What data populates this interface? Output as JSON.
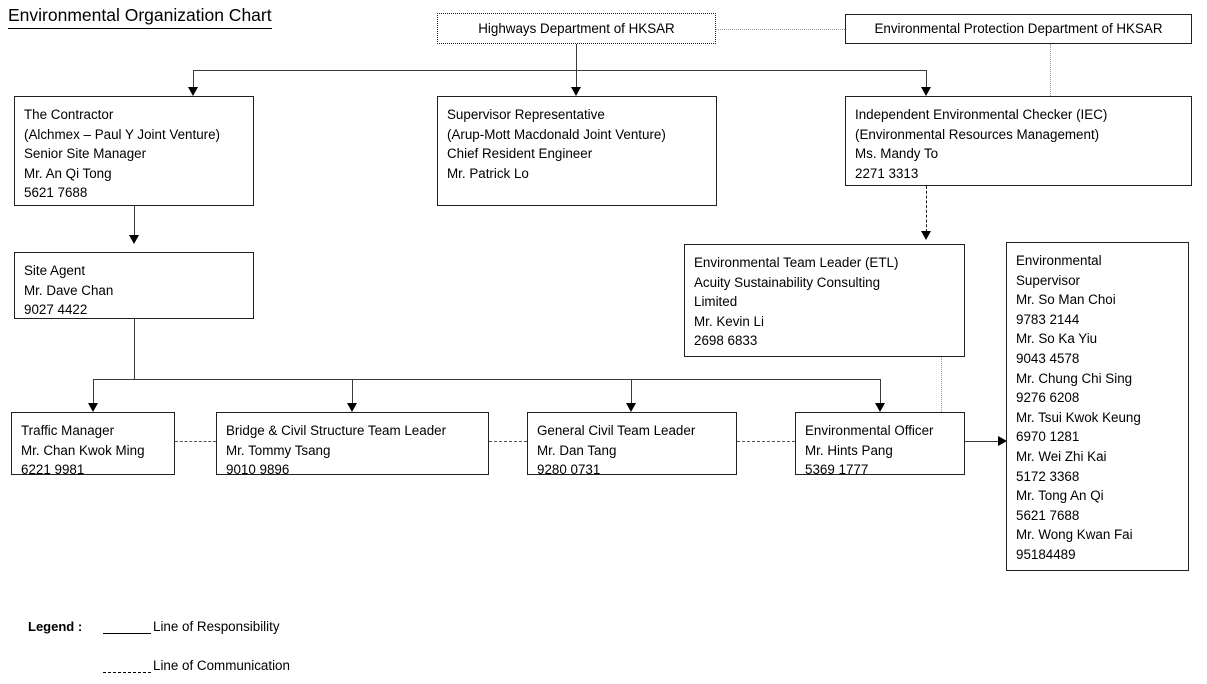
{
  "title": "Environmental Organization Chart",
  "boxes": {
    "highways": {
      "lines": [
        "Highways Department of HKSAR"
      ]
    },
    "epd": {
      "lines": [
        "Environmental Protection Department of HKSAR"
      ]
    },
    "contractor": {
      "lines": [
        "The Contractor",
        "(Alchmex – Paul Y Joint Venture)",
        "Senior Site Manager",
        "Mr. An Qi Tong",
        "5621 7688"
      ]
    },
    "supervisor_rep": {
      "lines": [
        "Supervisor Representative",
        "(Arup-Mott Macdonald Joint Venture)",
        "Chief Resident Engineer",
        "Mr. Patrick Lo"
      ]
    },
    "iec": {
      "lines": [
        "Independent Environmental Checker (IEC)",
        "(Environmental Resources Management)",
        "Ms. Mandy To",
        "2271 3313"
      ]
    },
    "site_agent": {
      "lines": [
        "Site Agent",
        "Mr. Dave Chan",
        "9027 4422"
      ]
    },
    "etl": {
      "lines": [
        "Environmental Team Leader (ETL)",
        "Acuity Sustainability Consulting",
        "Limited",
        "Mr. Kevin Li",
        "2698 6833"
      ]
    },
    "env_supervisor": {
      "lines": [
        "Environmental",
        "Supervisor",
        "Mr. So Man Choi",
        "9783 2144",
        "Mr. So Ka Yiu",
        "9043 4578",
        "Mr. Chung Chi Sing",
        "9276 6208",
        "Mr. Tsui Kwok Keung",
        "6970 1281",
        "Mr. Wei Zhi Kai",
        "5172 3368",
        "Mr. Tong An Qi",
        "5621 7688",
        "Mr. Wong Kwan Fai",
        "95184489"
      ]
    },
    "traffic_manager": {
      "lines": [
        "Traffic Manager",
        "Mr. Chan Kwok Ming",
        "6221 9981"
      ]
    },
    "bridge_civil": {
      "lines": [
        "Bridge & Civil Structure Team Leader",
        "Mr. Tommy Tsang",
        "9010 9896"
      ]
    },
    "general_civil": {
      "lines": [
        "General Civil Team Leader",
        "Mr. Dan Tang",
        "9280 0731"
      ]
    },
    "env_officer": {
      "lines": [
        "Environmental Officer",
        "Mr. Hints Pang",
        "5369 1777"
      ]
    }
  },
  "legend": {
    "label": "Legend :",
    "responsibility": "Line of Responsibility",
    "communication": "Line of Communication"
  },
  "colors": {
    "box_border": "#231f20",
    "connector": "#3a3a3a",
    "dotted_connector": "#9a9a9a",
    "background": "#ffffff",
    "text": "#000000"
  }
}
